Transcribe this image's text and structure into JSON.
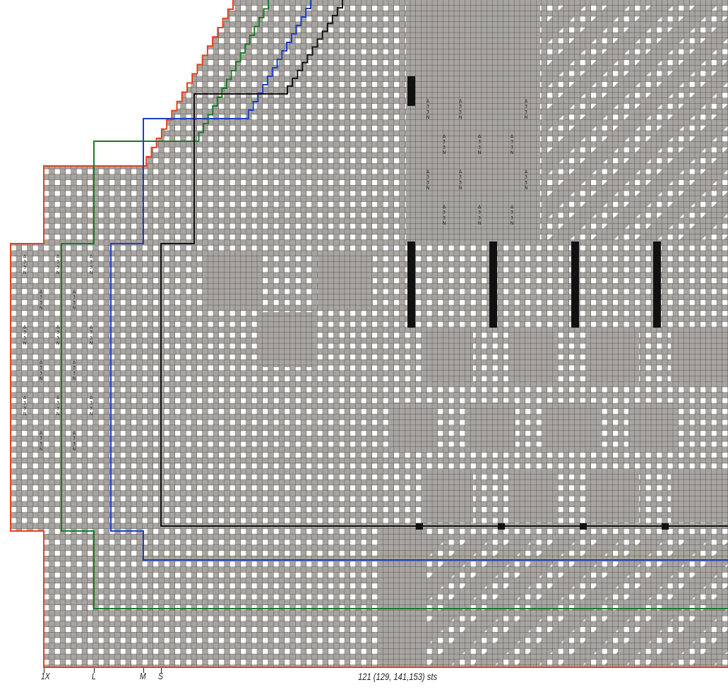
{
  "chart": {
    "size_labels": [
      "1X",
      "L",
      "M",
      "S"
    ],
    "stitch_count": "121 (129, 141,153) sts",
    "cable_symbol": [
      "Δ",
      "3",
      "3",
      "N"
    ],
    "colors": {
      "size_1x": "#e8401c",
      "size_l": "#1a7a2a",
      "size_m": "#1f3fbf",
      "size_s": "#111111",
      "shade": "#a8a5a1",
      "grid": "#3a3a3a"
    }
  }
}
